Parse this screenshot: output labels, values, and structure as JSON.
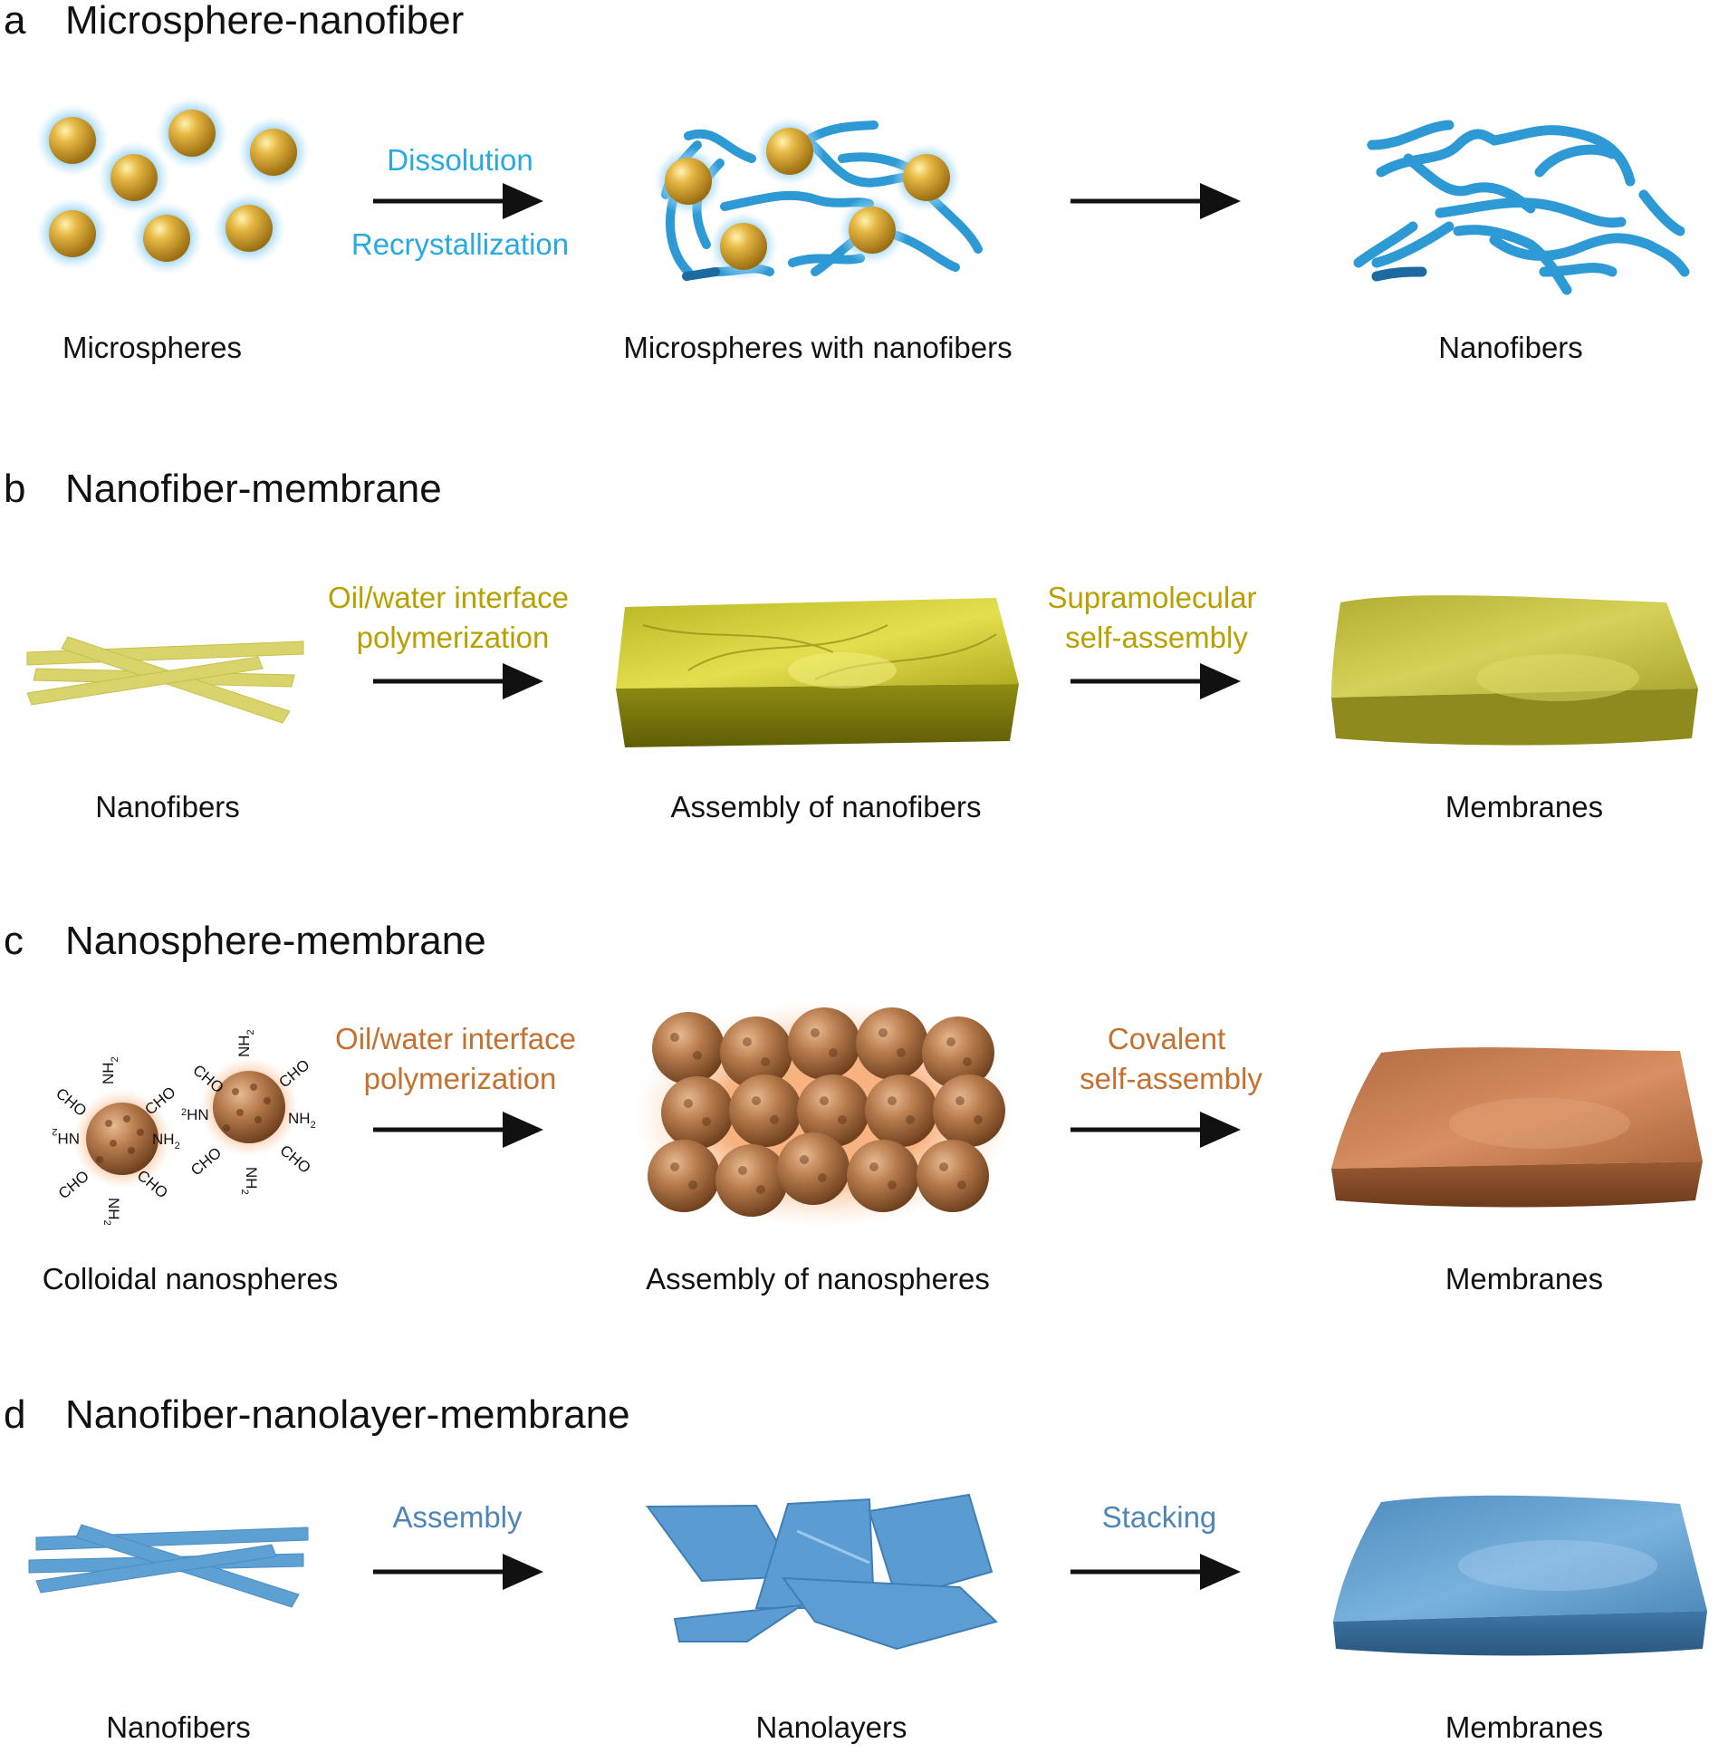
{
  "colors": {
    "blue_text": "#27a9e1",
    "gold_text": "#b8a000",
    "orange_text": "#c5702e",
    "steel_text": "#4f86b8",
    "sphere_gold": "#d8a93a",
    "fiber_blue": "#2d9ad6",
    "yellow_membrane": "#c9c23c",
    "orange_membrane": "#c07a4f",
    "blue_membrane": "#5b97c9",
    "arrow": "#111111"
  },
  "panels": [
    {
      "letter": "a",
      "title": "Microsphere-nanofiber",
      "step1": "Dissolution",
      "step1b": "Recrystallization",
      "step2": "",
      "captions": [
        "Microspheres",
        "Microspheres with nanofibers",
        "Nanofibers"
      ]
    },
    {
      "letter": "b",
      "title": "Nanofiber-membrane",
      "step1": "Oil/water interface",
      "step1b": "polymerization",
      "step2": "Supramolecular",
      "step2b": "self-assembly",
      "captions": [
        "Nanofibers",
        "Assembly of nanofibers",
        "Membranes"
      ]
    },
    {
      "letter": "c",
      "title": "Nanosphere-membrane",
      "step1": "Oil/water interface",
      "step1b": "polymerization",
      "step2": "Covalent",
      "step2b": "self-assembly",
      "captions": [
        "Colloidal nanospheres",
        "Assembly of nanospheres",
        "Membranes"
      ]
    },
    {
      "letter": "d",
      "title": "Nanofiber-nanolayer-membrane",
      "step1": "Assembly",
      "step2": "Stacking",
      "captions": [
        "Nanofibers",
        "Nanolayers",
        "Membranes"
      ]
    }
  ],
  "chem": {
    "amine": "NH",
    "sub2": "2",
    "aldehyde": "CHO",
    "amine_rev": "HN"
  }
}
